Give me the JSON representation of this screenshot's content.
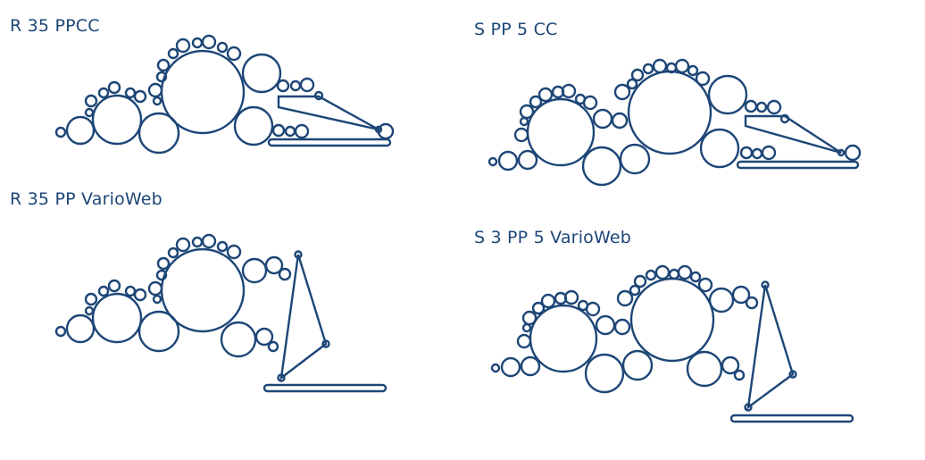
{
  "diagrams": [
    {
      "title": "R 35 PPCC"
    },
    {
      "title": "S PP 5 CC"
    },
    {
      "title": "R 35 PP VarioWeb"
    },
    {
      "title": "S 3 PP 5 VarioWeb"
    }
  ],
  "colors": {
    "stroke": "#1d4677",
    "background": "#ffffff"
  }
}
